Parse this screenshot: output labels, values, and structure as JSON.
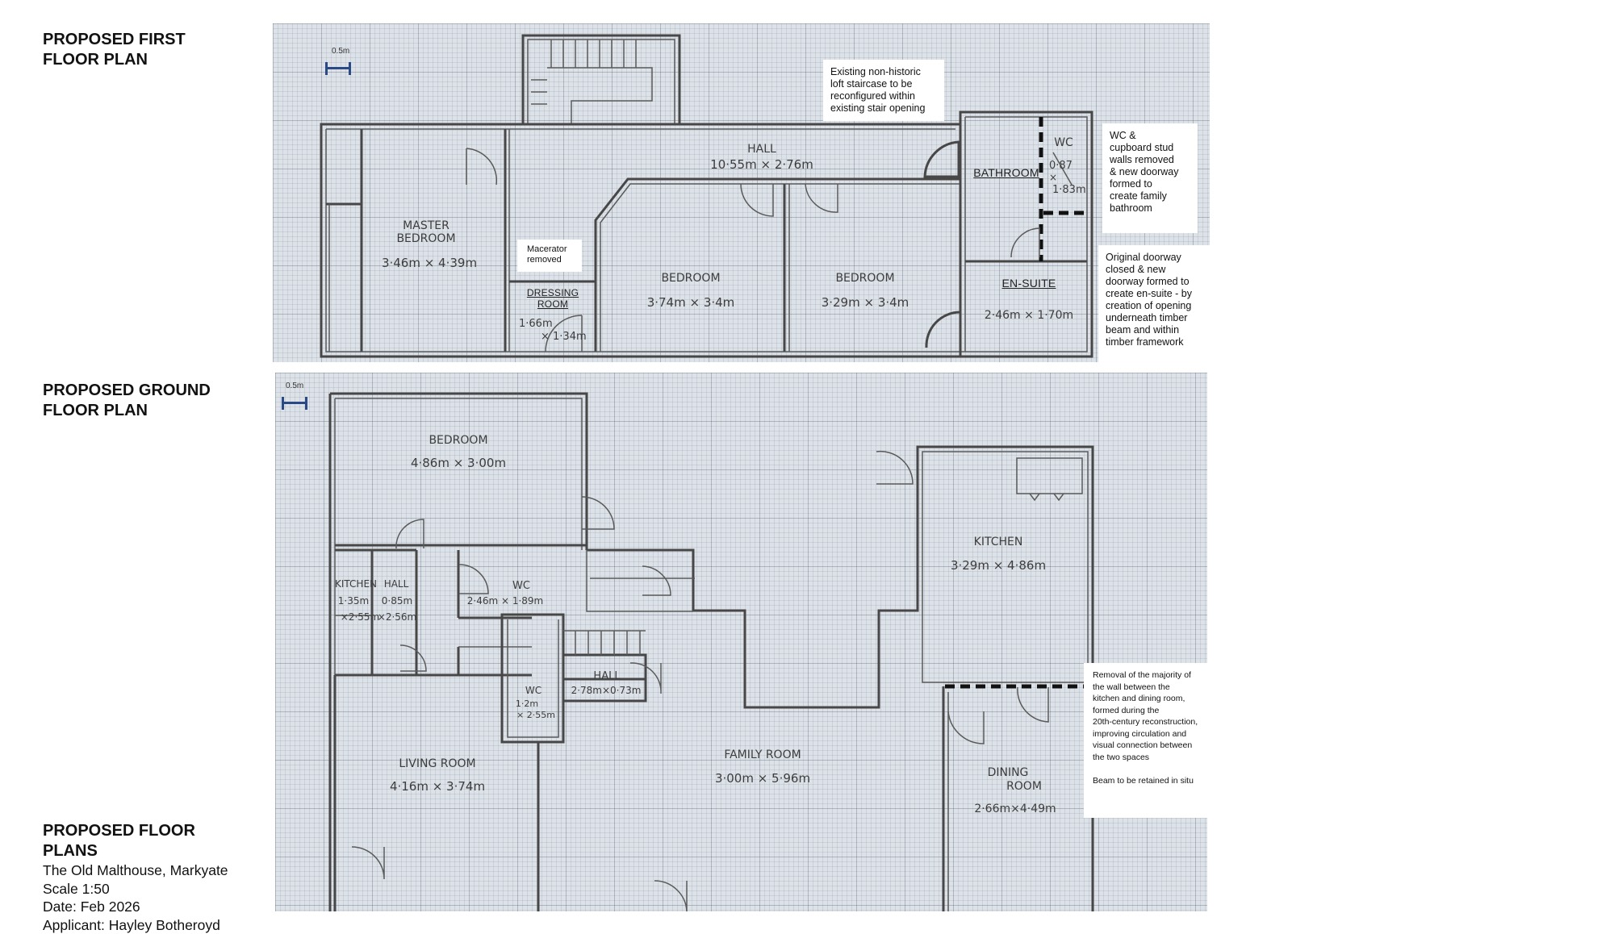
{
  "headings": {
    "first_floor": "PROPOSED FIRST\nFLOOR PLAN",
    "ground_floor": "PROPOSED GROUND\nFLOOR PLAN"
  },
  "info": {
    "title": "PROPOSED FLOOR\nPLANS",
    "address": "The Old Malthouse, Markyate",
    "scale": "Scale 1:50",
    "date": "Date: Feb 2026",
    "applicant": "Applicant: Hayley Botheroyd"
  },
  "scale_label": "0.5m",
  "first_floor": {
    "notes": {
      "loft_staircase": "Existing non-historic\nloft staircase to be\nreconfigured within\nexisting stair opening",
      "macerator": "Macerator\nremoved",
      "wc_walls": "WC &\ncupboard stud\nwalls removed\n& new doorway\nformed to\ncreate family\nbathroom",
      "en_suite": "Original doorway\nclosed & new\ndoorway formed to\ncreate en-suite - by\ncreation of opening\nunderneath timber\nbeam and within\ntimber framework"
    },
    "printed_labels": {
      "bathroom": "BATHROOM",
      "dressing_room": "DRESSING\nROOM",
      "en_suite": "EN-SUITE"
    },
    "handwritten": {
      "hall": "HALL",
      "hall_dims": "10·55m × 2·76m",
      "master": "MASTER",
      "bedroom": "BEDROOM",
      "master_dims": "3·46m × 4·39m",
      "dressing_dims1": "1·66m",
      "dressing_dims2": "× 1·34m",
      "bed2": "BEDROOM",
      "bed2_dims": "3·74m × 3·4m",
      "bed3": "BEDROOM",
      "bed3_dims": "3·29m × 3·4m",
      "en_suite_dims": "2·46m × 1·70m",
      "wc": "WC",
      "wc_dims1": "0·87",
      "wc_dims2": "×",
      "wc_dims3": "1·83m"
    }
  },
  "ground_floor": {
    "note": "Removal of the majority of\nthe wall between the\nkitchen and dining room,\nformed during the\n20th-century reconstruction,\nimproving circulation and\nvisual connection between\nthe two spaces\n\nBeam to be retained in situ",
    "handwritten": {
      "bedroom": "BEDROOM",
      "bedroom_dims": "4·86m × 3·00m",
      "kitchen_small": "KITCHEN",
      "kitchen_small_dims1": "1·35m",
      "kitchen_small_dims2": "×2·55m",
      "hall_small": "HALL",
      "hall_small_dims1": "0·85m",
      "hall_small_dims2": "×2·56m",
      "wc1": "WC",
      "wc1_dims": "2·46m × 1·89m",
      "hall2": "HALL",
      "hall2_dims": "2·78m×0·73m",
      "wc2": "WC",
      "wc2_dims1": "1·2m",
      "wc2_dims2": "× 2·55m",
      "kitchen": "KITCHEN",
      "kitchen_dims": "3·29m × 4·86m",
      "living": "LIVING ROOM",
      "living_dims": "4·16m × 3·74m",
      "family": "FAMILY ROOM",
      "family_dims": "3·00m × 5·96m",
      "dining1": "DINING",
      "dining2": "ROOM",
      "dining_dims": "2·66m×4·49m"
    }
  }
}
